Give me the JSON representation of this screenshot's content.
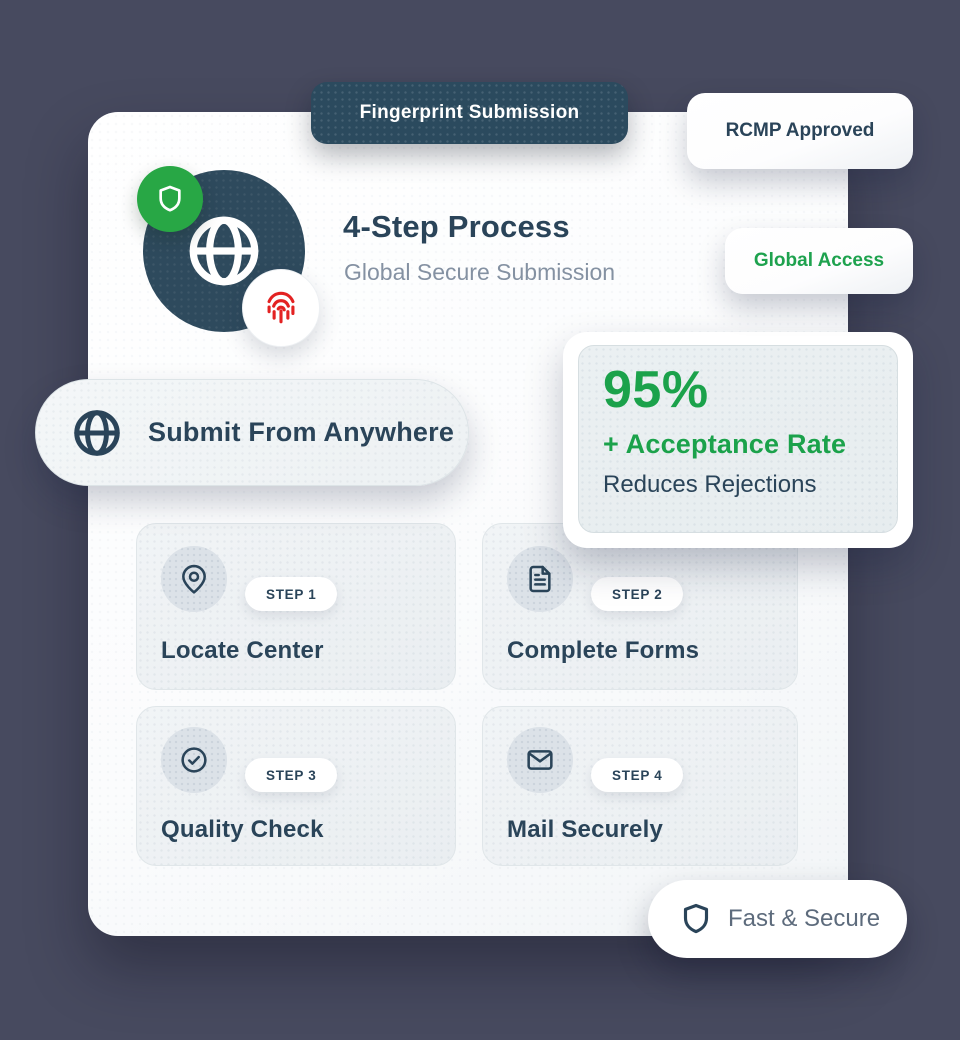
{
  "colors": {
    "background": "#474a5f",
    "card": "#ffffff",
    "navy": "#2a4459",
    "dark_badge": "#2b4a5e",
    "green_accent": "#1ba24b",
    "green_badge": "#28a745",
    "red_fingerprint": "#e32222",
    "muted_text": "#8491a2",
    "footer_text": "#5d6b7c"
  },
  "top_badges": {
    "primary": "Fingerprint Submission",
    "secondary": "RCMP Approved",
    "tertiary": "Global Access"
  },
  "header": {
    "title": "4-Step Process",
    "subtitle": "Global Secure Submission",
    "icons": [
      "globe-icon",
      "shield-icon",
      "fingerprint-icon"
    ]
  },
  "feature_pill": {
    "icon": "globe-icon",
    "label": "Submit From Anywhere"
  },
  "stat_card": {
    "value": "95%",
    "highlight": "+ Acceptance Rate",
    "caption": "Reduces Rejections"
  },
  "steps": [
    {
      "badge": "STEP 1",
      "title": "Locate Center",
      "icon": "map-pin-icon"
    },
    {
      "badge": "STEP 2",
      "title": "Complete Forms",
      "icon": "document-icon"
    },
    {
      "badge": "STEP 3",
      "title": "Quality Check",
      "icon": "check-circle-icon"
    },
    {
      "badge": "STEP 4",
      "title": "Mail Securely",
      "icon": "envelope-icon"
    }
  ],
  "footer_badge": {
    "icon": "shield-icon",
    "label": "Fast & Secure"
  }
}
